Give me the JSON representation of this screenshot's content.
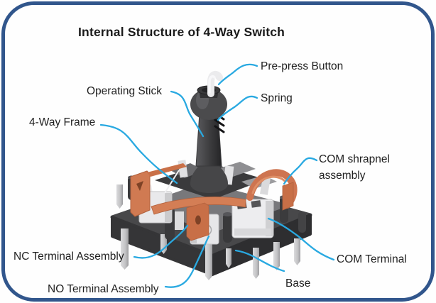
{
  "title": {
    "text": "Internal Structure of 4-Way Switch"
  },
  "labels": {
    "pre_press": {
      "text": "Pre-press Button"
    },
    "operating_stick": {
      "text": "Operating Stick"
    },
    "spring": {
      "text": "Spring"
    },
    "four_way_frame": {
      "text": "4-Way Frame"
    },
    "com_shrapnel": {
      "text": "COM shrapnel assembly"
    },
    "nc_terminal": {
      "text": "NC Terminal Assembly"
    },
    "com_terminal": {
      "text": "COM Terminal"
    },
    "no_terminal": {
      "text": "NO Terminal Assembly"
    },
    "base": {
      "text": "Base"
    }
  },
  "colors": {
    "border": "#31568C",
    "leader_line": "#29A9E1",
    "label_text": "#1F1F1F",
    "copper": "#CE7450",
    "body_dark": "#3F3F41",
    "body_gray": "#78787B",
    "terminal_white": "#E9E9EB",
    "pin_gray": "#C7C7C9",
    "background": "#FFFFFF"
  }
}
